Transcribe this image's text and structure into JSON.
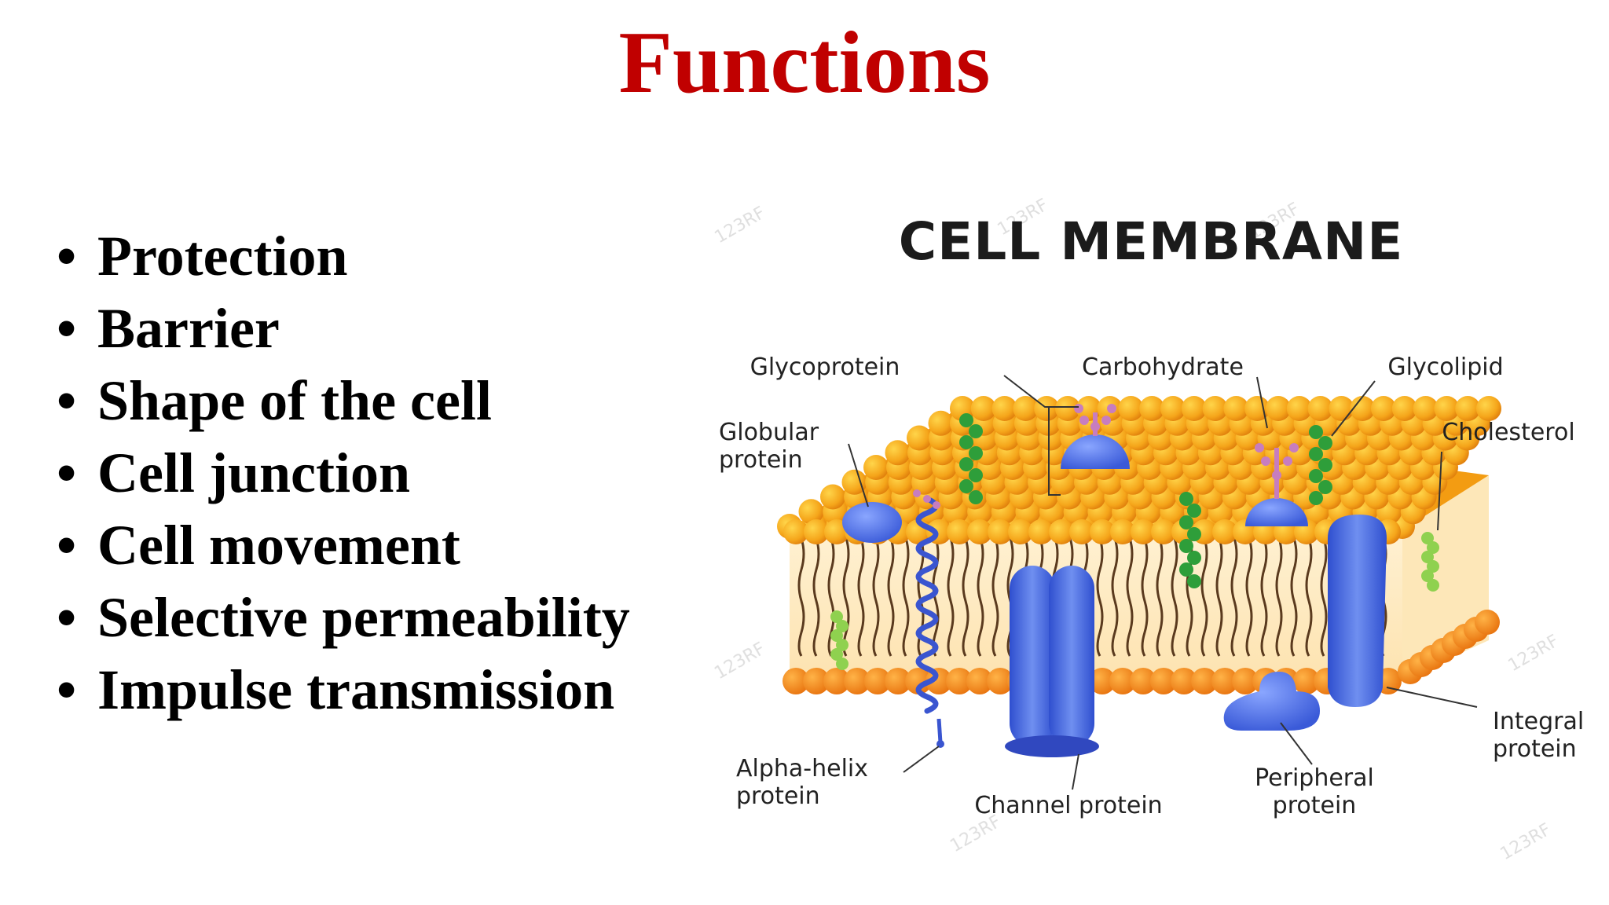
{
  "slide": {
    "title": "Functions",
    "bullet_char": "•",
    "bullets": [
      "Protection",
      "Barrier",
      "Shape of the cell",
      "Cell junction",
      "Cell movement",
      "Selective permeability",
      "Impulse transmission"
    ]
  },
  "diagram": {
    "title": "CELL MEMBRANE",
    "labels": {
      "glycoprotein": "Glycoprotein",
      "carbohydrate": "Carbohydrate",
      "glycolipid": "Glycolipid",
      "globular_1": "Globular",
      "globular_2": "protein",
      "cholesterol": "Cholesterol",
      "integral_1": "Integral",
      "integral_2": "protein",
      "peripheral_1": "Peripheral",
      "peripheral_2": "protein",
      "channel": "Channel protein",
      "alpha_1": "Alpha-helix",
      "alpha_2": "protein"
    },
    "watermark": "123RF",
    "colors": {
      "title_red": "#c00000",
      "head_orange": "#f7a81b",
      "protein_blue": "#4a6ee0",
      "carb_pink": "#c77dbf",
      "glycolipid_green": "#2e9e3a",
      "cholesterol_green": "#8fd14f"
    }
  }
}
